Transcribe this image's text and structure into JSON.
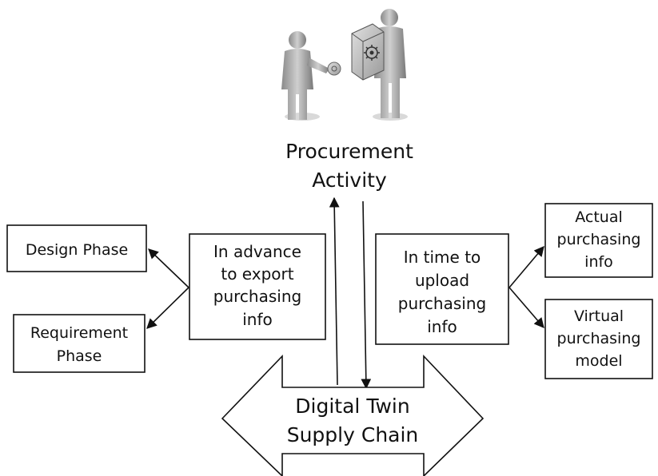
{
  "procurement": {
    "line1": "Procurement",
    "line2": "Activity"
  },
  "design_phase": {
    "label": "Design Phase"
  },
  "requirement_phase": {
    "line1": "Requirement",
    "line2": "Phase"
  },
  "export_box": {
    "line1": "In advance",
    "line2": "to export",
    "line3": "purchasing",
    "line4": "info"
  },
  "upload_box": {
    "line1": "In time to",
    "line2": "upload",
    "line3": "purchasing",
    "line4": "info"
  },
  "actual_box": {
    "line1": "Actual",
    "line2": "purchasing",
    "line3": "info"
  },
  "virtual_box": {
    "line1": "Virtual",
    "line2": "purchasing",
    "line3": "model"
  },
  "supply_chain": {
    "line1": "Digital Twin",
    "line2": "Supply Chain"
  },
  "illustration": {
    "icon": "handover-people-icon"
  }
}
